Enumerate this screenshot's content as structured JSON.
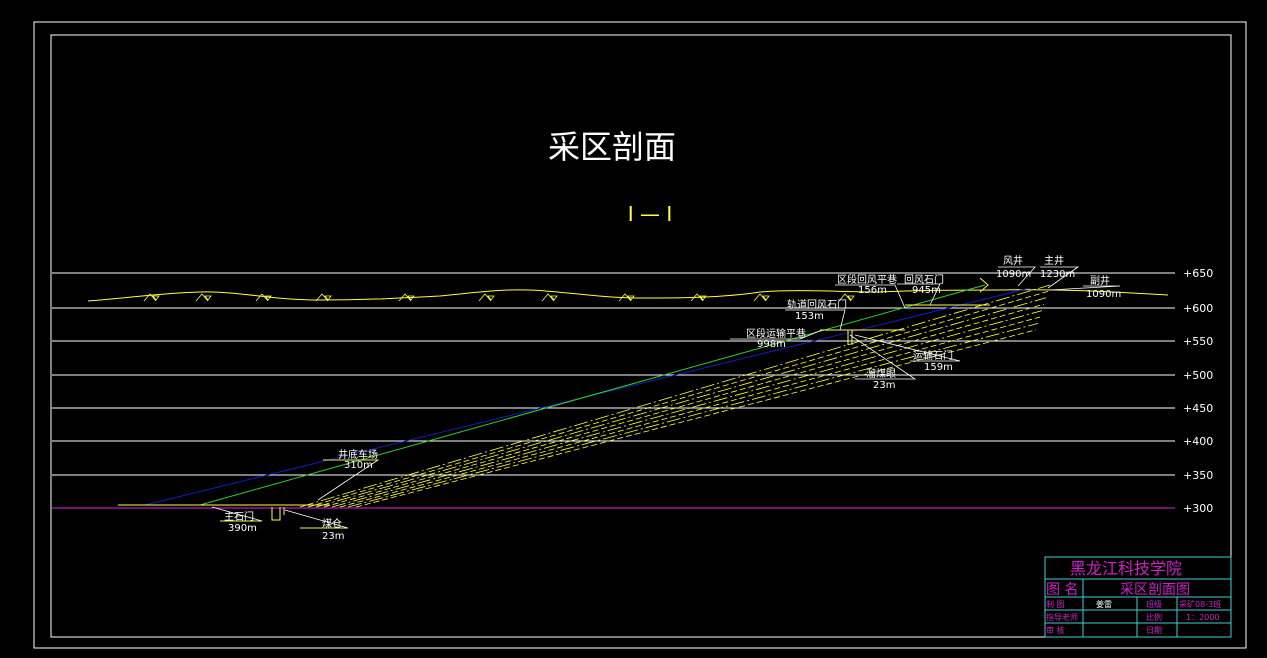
{
  "title": "采区剖面",
  "section_mark": "I — I",
  "elevations": [
    "+650",
    "+600",
    "+550",
    "+500",
    "+450",
    "+400",
    "+350",
    "+300"
  ],
  "labels": {
    "return_roadway": {
      "name": "区段回风平巷",
      "length": "156m"
    },
    "return_crosscut": {
      "name": "回风石门",
      "length": "945m"
    },
    "track_return_crosscut": {
      "name": "轨道回风石门",
      "length": "153m"
    },
    "haulage_roadway": {
      "name": "区段运输平巷",
      "length": "998m"
    },
    "haulage_crosscut": {
      "name": "运输石门",
      "length": "159m"
    },
    "coal_chute": {
      "name": "溜煤眼",
      "length": "23m"
    },
    "vent_shaft": {
      "name": "风井",
      "length": "1090m"
    },
    "main_shaft": {
      "name": "主井",
      "length": "1230m"
    },
    "aux_shaft": {
      "name": "副井",
      "length": "1090m"
    },
    "shaft_bottom": {
      "name": "井底车场",
      "length": "310m"
    },
    "main_crosscut": {
      "name": "主石门",
      "length": "390m"
    },
    "coal_bunker": {
      "name": "煤仓",
      "length": "23m"
    }
  },
  "title_block": {
    "school": "黑龙江科技学院",
    "drawing_name_label": "图 名",
    "drawing_name": "采区剖面图",
    "drawn_by_label": "制 图",
    "drawn_by": "姜雷",
    "class_label": "班级",
    "class": "采矿08-3班",
    "advisor_label": "指导老师",
    "scale_label": "比例",
    "scale": "1：2000",
    "review_label": "审 核",
    "date_label": "日期"
  },
  "colors": {
    "background": "#000000",
    "frame": "#ffffff",
    "seam": "#ffff40",
    "blue_line": "#1020c0",
    "green_line": "#30d030",
    "datum": "#e020e0",
    "title_block": "#40d0d0",
    "title_text": "#d020c8"
  }
}
